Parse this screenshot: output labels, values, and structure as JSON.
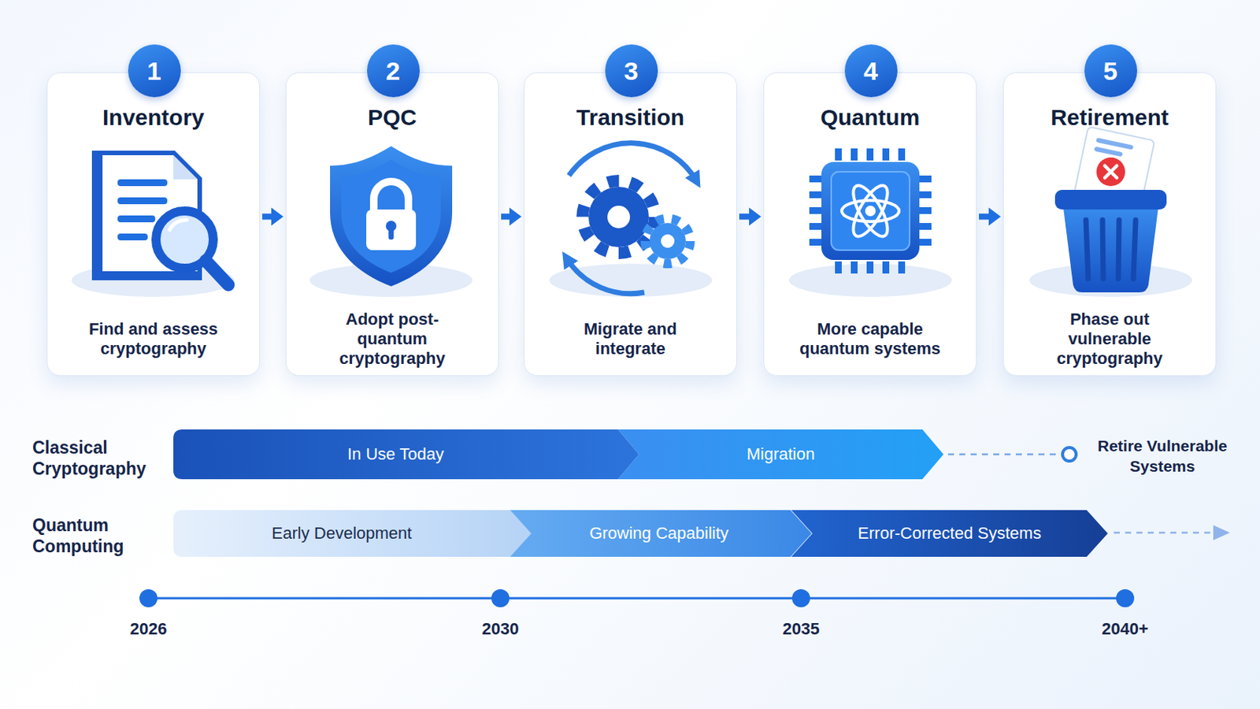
{
  "diagram": {
    "nodes": [
      {
        "text": [
          "Inventory",
          "Find and assess cryptography"
        ]
      },
      {
        "text": [
          "1"
        ],
        "in": 0
      },
      {
        "text": [
          "PQC",
          "Adopt post-quantum cryptography"
        ]
      },
      {
        "text": [
          "2"
        ],
        "in": 2
      },
      {
        "text": [
          "Transition",
          "Migrate and integrate"
        ]
      },
      {
        "text": [
          "3"
        ],
        "in": 4
      },
      {
        "text": [
          "Quantum",
          "More capable quantum systems"
        ]
      },
      {
        "text": [
          "4"
        ],
        "in": 6
      },
      {
        "text": [
          "Retirement",
          "Phase out vulnerable cryptography"
        ]
      },
      {
        "text": [
          "5"
        ],
        "in": 8
      },
      {
        "text": [
          "In Use Today"
        ]
      },
      {
        "text": [
          "Migration"
        ]
      },
      {
        "text": [
          "Early Development"
        ]
      },
      {
        "text": [
          "Growing Capability"
        ]
      },
      {
        "text": [
          "Error-Corrected Systems"
        ]
      }
    ],
    "edges": [
      {
        "from": 0,
        "to": 2,
        "arrow": "to"
      },
      {
        "from": 2,
        "to": 4,
        "arrow": "to"
      },
      {
        "from": 4,
        "to": 6,
        "arrow": "to"
      },
      {
        "from": 6,
        "to": 8,
        "arrow": "to"
      }
    ],
    "labels": [
      "Classical Cryptography",
      "Retire Vulnerable Systems",
      "Quantum Computing",
      "2026",
      "2030",
      "2035",
      "2040+"
    ]
  }
}
